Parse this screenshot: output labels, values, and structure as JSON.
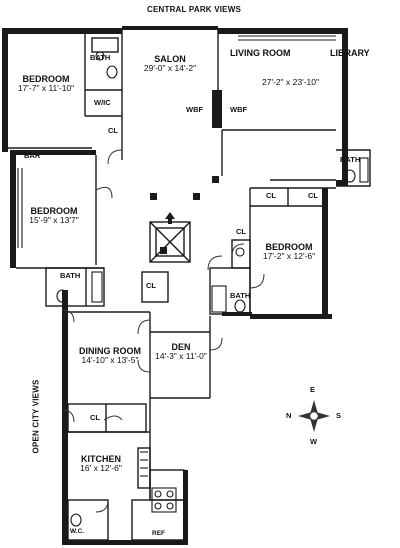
{
  "views": {
    "central_park": "CENTRAL PARK VIEWS",
    "open_city": "OPEN CITY VIEWS"
  },
  "rooms": {
    "salon": {
      "name": "SALON",
      "dims": "29'-0\" x 14'-2\""
    },
    "living_room": {
      "name": "LIVING ROOM"
    },
    "library": {
      "name": "LIBRARY",
      "dims": "27'-2\" x 23'-10\""
    },
    "bedroom_1": {
      "name": "BEDROOM",
      "dims": "17'-7\" x 11'-10\""
    },
    "bedroom_2": {
      "name": "BEDROOM",
      "dims": "15'-9\" x 13'7\""
    },
    "bedroom_3": {
      "name": "BEDROOM",
      "dims": "17'-2\" x 12'-6\""
    },
    "dining_room": {
      "name": "DINING ROOM",
      "dims": "14'-10\" x 13'-5\""
    },
    "den": {
      "name": "DEN",
      "dims": "14'-3\" x 11'-0\""
    },
    "kitchen": {
      "name": "KITCHEN",
      "dims": "16' x 12'-6\""
    }
  },
  "labels": {
    "bath": "BATH",
    "closet": "CL",
    "walk_in_closet": "W/IC",
    "bar": "BAR",
    "wood_burning_fireplace": "WBF",
    "water_closet": "W.C.",
    "refrigerator": "REF"
  },
  "compass": {
    "north": "N",
    "east": "E",
    "south": "S",
    "west": "W"
  }
}
